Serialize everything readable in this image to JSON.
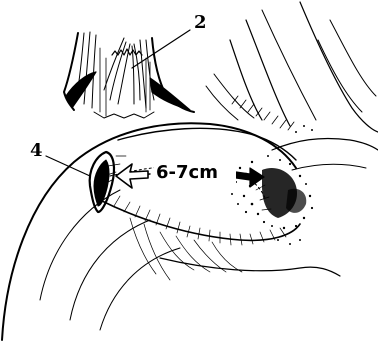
{
  "labels": {
    "label_2": "2",
    "label_4": "4",
    "distance": "6-7cm"
  },
  "colors": {
    "ink": "#000000",
    "paper": "#ffffff"
  }
}
